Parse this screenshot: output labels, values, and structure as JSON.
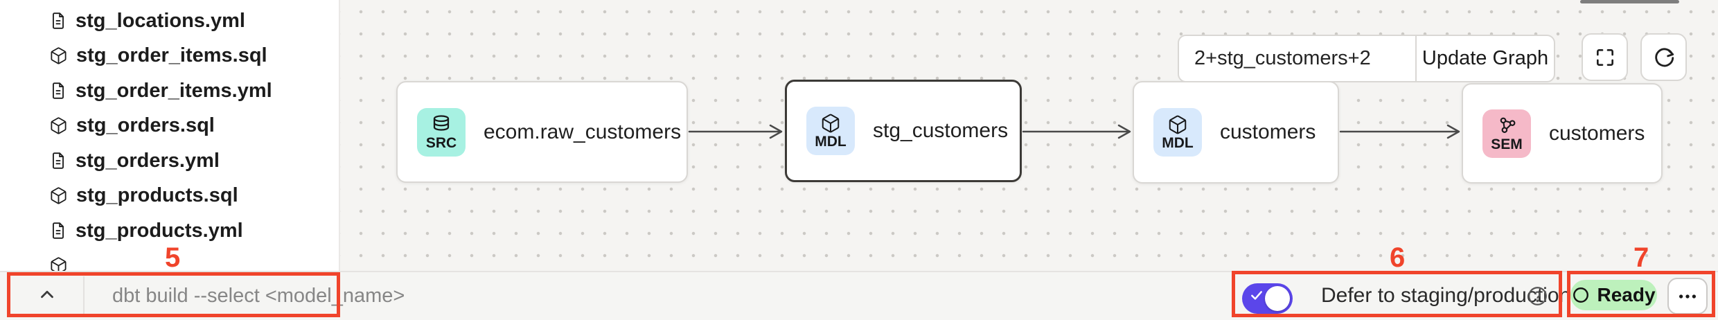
{
  "sidebar": {
    "files": [
      {
        "label": "stg_locations.yml",
        "icon": "file-icon"
      },
      {
        "label": "stg_order_items.sql",
        "icon": "model-icon"
      },
      {
        "label": "stg_order_items.yml",
        "icon": "file-icon"
      },
      {
        "label": "stg_orders.sql",
        "icon": "model-icon"
      },
      {
        "label": "stg_orders.yml",
        "icon": "file-icon"
      },
      {
        "label": "stg_products.sql",
        "icon": "model-icon"
      },
      {
        "label": "stg_products.yml",
        "icon": "file-icon"
      },
      {
        "label": "",
        "icon": "model-icon"
      }
    ]
  },
  "lineage": {
    "selector_input": "2+stg_customers+2",
    "update_graph_label": "Update Graph",
    "nodes": [
      {
        "badge": "SRC",
        "label": "ecom.raw_customers",
        "icon": "database-icon",
        "badge_color": "#A7F1E2",
        "selected": false
      },
      {
        "badge": "MDL",
        "label": "stg_customers",
        "icon": "cube-icon",
        "badge_color": "#D8E9FC",
        "selected": true
      },
      {
        "badge": "MDL",
        "label": "customers",
        "icon": "cube-icon",
        "badge_color": "#D8E9FC",
        "selected": false
      },
      {
        "badge": "SEM",
        "label": "customers",
        "icon": "semantic-icon",
        "badge_color": "#F5B9C8",
        "selected": false
      }
    ]
  },
  "statusbar": {
    "command_placeholder": "dbt build --select <model_name>",
    "defer_label": "Defer to staging/production",
    "defer_enabled": true,
    "ready_label": "Ready"
  },
  "annotations": {
    "color": "#F0442B",
    "labels": [
      {
        "text": "5"
      },
      {
        "text": "6"
      },
      {
        "text": "7"
      }
    ]
  },
  "colors": {
    "toggle_on": "#5B46EA",
    "ready_badge_bg": "#BDF1BC",
    "badge_src": "#A7F1E2",
    "badge_mdl": "#D8E9FC",
    "badge_sem": "#F5B9C8",
    "canvas_bg": "#F5F4F2",
    "annotation": "#F0442B"
  }
}
